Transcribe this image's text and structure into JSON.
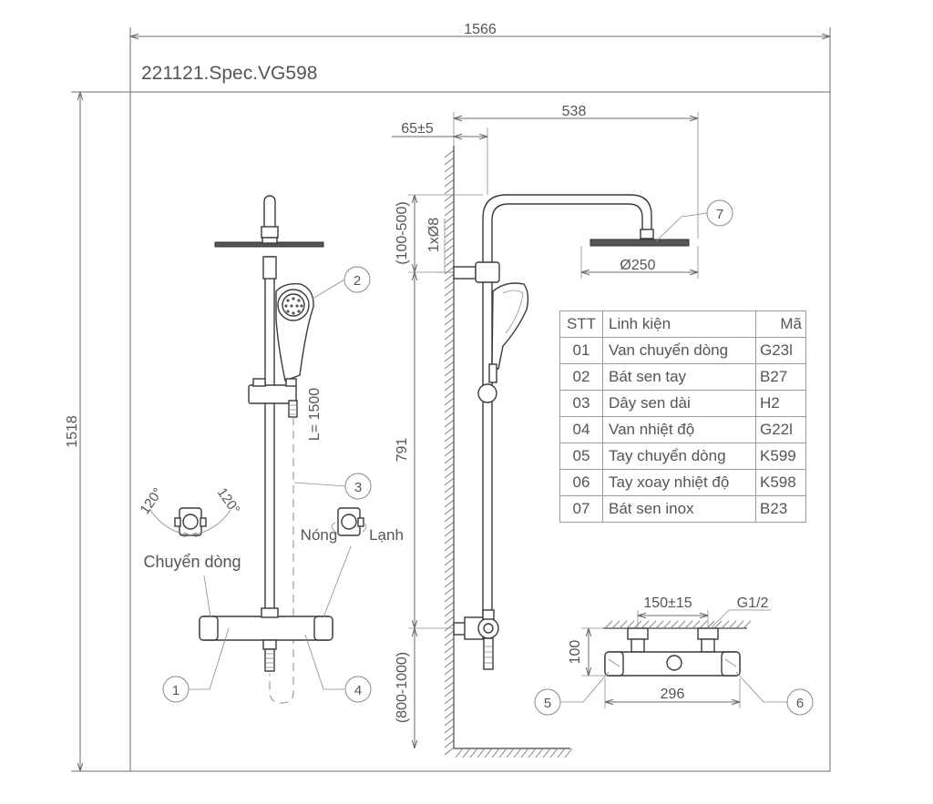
{
  "title": "221121.Spec.VG598",
  "dimensions": {
    "overall_width": "1566",
    "overall_height": "1518",
    "arm_length": "538",
    "wall_offset": "65±5",
    "upper_range": "(100-500)",
    "pin": "1xØ8",
    "shower_head_dia": "Ø250",
    "riser_height": "791",
    "valve_height_range": "(800-1000)",
    "hose_length": "L= 1500",
    "inlet_spacing": "150±15",
    "thread": "G1/2",
    "valve_depth": "100",
    "valve_width": "296",
    "angle_left_1": "120°",
    "angle_left_2": "120°"
  },
  "labels": {
    "diverter": "Chuyển dòng",
    "hot": "Nóng",
    "cold": "Lạnh"
  },
  "callouts": [
    "1",
    "2",
    "3",
    "4",
    "5",
    "6",
    "7"
  ],
  "parts_table": {
    "headers": [
      "STT",
      "Linh kiện",
      "Mã"
    ],
    "rows": [
      {
        "stt": "01",
        "name": "Van chuyển dòng",
        "code": "G23l"
      },
      {
        "stt": "02",
        "name": "Bát sen tay",
        "code": "B27"
      },
      {
        "stt": "03",
        "name": "Dây sen dài",
        "code": "H2"
      },
      {
        "stt": "04",
        "name": "Van nhiệt độ",
        "code": "G22l"
      },
      {
        "stt": "05",
        "name": "Tay chuyển dòng",
        "code": "K599"
      },
      {
        "stt": "06",
        "name": "Tay xoay nhiệt độ",
        "code": "K598"
      },
      {
        "stt": "07",
        "name": "Bát sen inox",
        "code": "B23"
      }
    ]
  },
  "colors": {
    "line": "#6d6d6d",
    "part_stroke": "#3a3a3a",
    "text": "#555555",
    "background": "#ffffff"
  }
}
